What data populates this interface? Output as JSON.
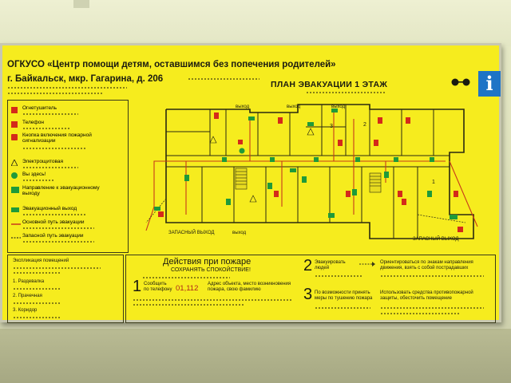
{
  "sign": {
    "org_title": "ОГКУСО «Центр помощи детям, оставшимся без попечения родителей»",
    "address": "г. Байкальск, мкр. Гагарина, д. 206",
    "plan_title": "ПЛАН ЭВАКУАЦИИ 1 ЭТАЖ",
    "info_icon_char": "i"
  },
  "legend": {
    "items": [
      {
        "label": "Огнетушитель",
        "icon": "fire-extinguisher-icon",
        "color": "#d42a1a"
      },
      {
        "label": "Телефон",
        "icon": "phone-icon",
        "color": "#d42a1a"
      },
      {
        "label": "Кнопка включения пожарной сигнализации",
        "icon": "alarm-button-icon",
        "color": "#d42a1a"
      },
      {
        "label": "Электрощитовая",
        "icon": "electric-panel-icon",
        "color": "#f6ec1e"
      },
      {
        "label": "Вы здесь!",
        "icon": "you-are-here-icon",
        "color": "#1f9a3a"
      },
      {
        "label": "Направление к эвакуационному выходу",
        "icon": "exit-direction-icon",
        "color": "#1f9a3a"
      },
      {
        "label": "Эвакуационный выход",
        "icon": "exit-sign-icon",
        "color": "#1f9a3a"
      },
      {
        "label": "Основной путь эвакуации",
        "icon": "main-route-icon",
        "color": "#c83a1a"
      },
      {
        "label": "Запасной путь эвакуации",
        "icon": "spare-route-icon",
        "color": "#3a3a18"
      }
    ]
  },
  "map_labels": {
    "exit_top_1": "выход",
    "exit_top_2": "выход",
    "exit_top_3": "выход",
    "spare_exit_left": "ЗАПАСНЫЙ ВЫХОД",
    "exit_bottom": "выход",
    "spare_exit_right": "ЗАПАСНЫЙ ВЫХОД",
    "room_3": "3",
    "room_1": "1",
    "room_2": "2"
  },
  "explication": {
    "title": "Экспликация помещений",
    "items": [
      "1. Раздевалка",
      "2. Прачечная",
      "3. Коридор"
    ]
  },
  "actions": {
    "title": "Действия при пожаре",
    "subtitle": "СОХРАНЯТЬ СПОКОЙСТВИЕ!",
    "step1_num": "1",
    "step1_text_a": "Сообщить",
    "step1_text_b": "по телефону",
    "step1_phone": "01,112",
    "step1_text_c": "Адрес объекта, место возникновения",
    "step1_text_d": "пожара, свою фамилию",
    "step2_num": "2",
    "step2_text_a": "Эвакуировать",
    "step2_text_b": "людей",
    "step2_text_c": "Ориентироваться по знакам направления",
    "step2_text_d": "движения, взять с собой пострадавших",
    "step3_num": "3",
    "step3_text_a": "По возможности принять",
    "step3_text_b": "меры по тушению пожара",
    "step3_text_c": "Использовать средства противопожарной",
    "step3_text_d": "защиты, обесточить помещение"
  }
}
